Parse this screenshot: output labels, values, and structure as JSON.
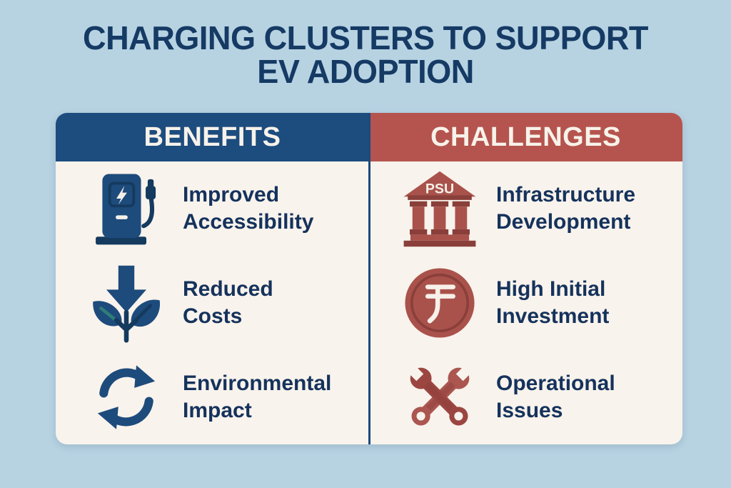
{
  "title": {
    "line1": "CHARGING CLUSTERS TO SUPPORT",
    "line2": "EV ADOPTION"
  },
  "columns": [
    {
      "header": "BENEFITS",
      "header_color": "#1d4c7e",
      "items": [
        {
          "icon": "ev-charging-station-icon",
          "label_line1": "Improved",
          "label_line2": "Accessibility"
        },
        {
          "icon": "cost-down-arrow-plant-icon",
          "label_line1": "Reduced",
          "label_line2": "Costs"
        },
        {
          "icon": "recycle-cycle-arrows-icon",
          "label_line1": "Environmental",
          "label_line2": "Impact"
        }
      ]
    },
    {
      "header": "CHALLENGES",
      "header_color": "#b5544e",
      "items": [
        {
          "icon": "bank-building-icon",
          "icon_text": "PSU",
          "label_line1": "Infrastructure",
          "label_line2": "Development"
        },
        {
          "icon": "rupee-coin-icon",
          "label_line1": "High Initial",
          "label_line2": "Investment"
        },
        {
          "icon": "crossed-wrenches-icon",
          "label_line1": "Operational",
          "label_line2": "Issues"
        }
      ]
    }
  ],
  "colors": {
    "page_background": "#b7d3e2",
    "card_background": "#f8f3ec",
    "title_text": "#153a64",
    "label_text": "#15325c",
    "benefits_header": "#1d4c7e",
    "challenges_header": "#b5544e",
    "icon_blue": "#1d4b7c",
    "icon_blue_dark": "#143a5e",
    "icon_red": "#a9524b",
    "icon_red_dark": "#8a3f3a",
    "leaf_teal_accent": "#2f7d78",
    "divider": "#1c4a7c"
  }
}
